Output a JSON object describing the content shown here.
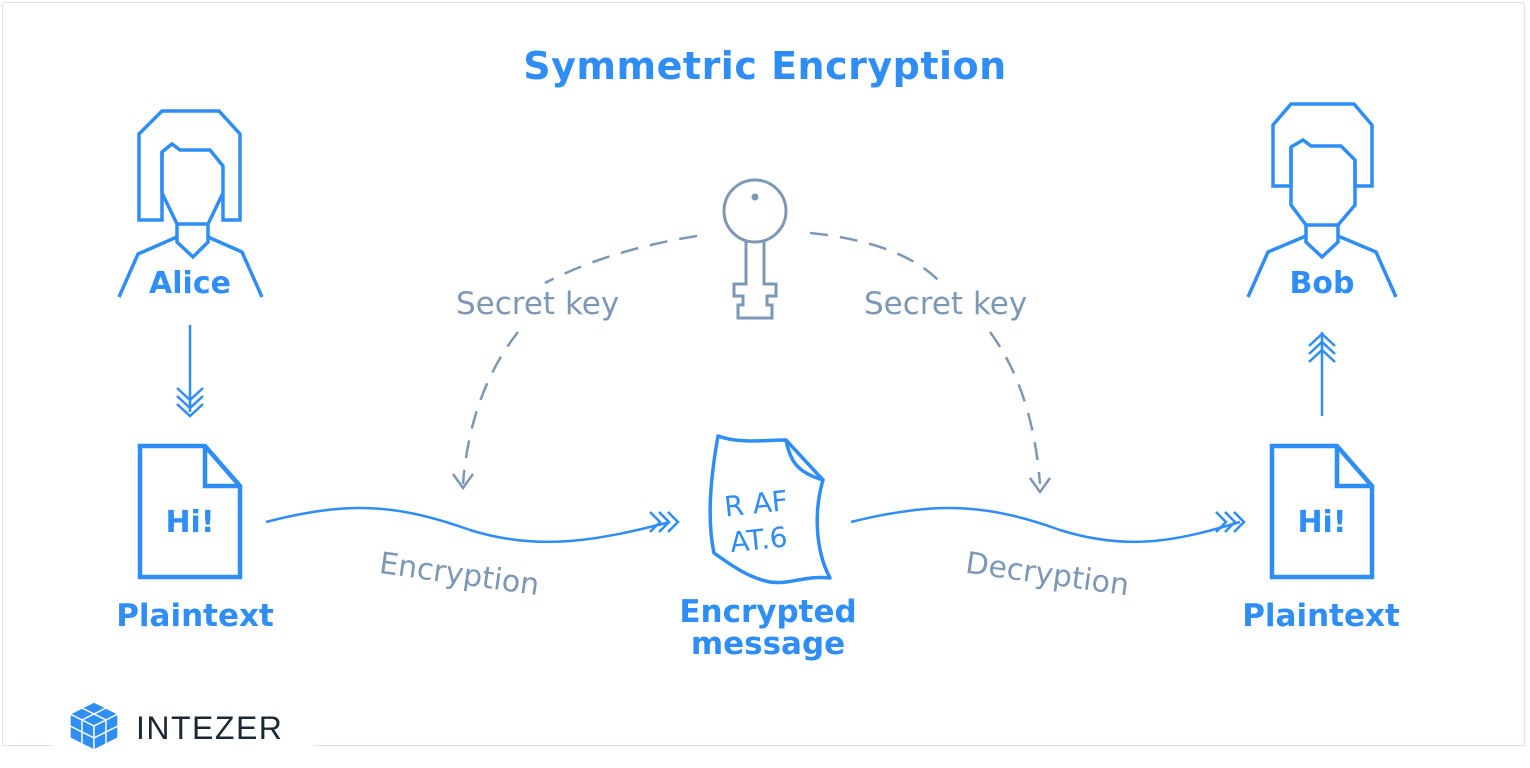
{
  "title": "Symmetric Encryption",
  "sender": {
    "name": "Alice"
  },
  "receiver": {
    "name": "Bob"
  },
  "left_document": {
    "content": "Hi!",
    "label": "Plaintext"
  },
  "right_document": {
    "content": "Hi!",
    "label": "Plaintext"
  },
  "secret_key_left_label": "Secret key",
  "secret_key_right_label": "Secret key",
  "encrypted_message": {
    "glyphs_line1": "R AF",
    "glyphs_line2": "AT.6",
    "label_line1": "Encrypted",
    "label_line2": "message"
  },
  "encryption_label": "Encryption",
  "decryption_label": "Decryption",
  "brand": {
    "name": "INTEZER"
  },
  "colors": {
    "primary": "#2f8df6",
    "secondary": "#7d98b4",
    "brand_text": "#1b2733"
  }
}
